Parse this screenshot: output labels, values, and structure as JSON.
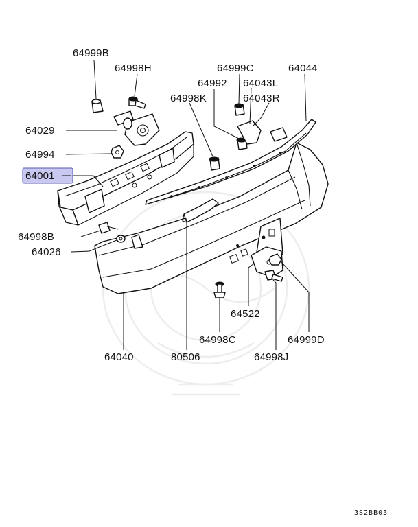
{
  "diagram": {
    "highlight_color": "#c8c8f0",
    "highlight_border": "#5a5ab4",
    "parts": {
      "p64999B": "64999B",
      "p64998H": "64998H",
      "p64029": "64029",
      "p64994": "64994",
      "p64001": "64001",
      "p64998B": "64998B",
      "p64026": "64026",
      "p64040": "64040",
      "p80506": "80506",
      "p64999C": "64999C",
      "p64044": "64044",
      "p64992": "64992",
      "p64043L": "64043L",
      "p64998K": "64998K",
      "p64043R": "64043R",
      "p64522": "64522",
      "p64998C": "64998C",
      "p64999D": "64999D",
      "p64998J": "64998J"
    },
    "diagram_code": "3S2BB03"
  }
}
